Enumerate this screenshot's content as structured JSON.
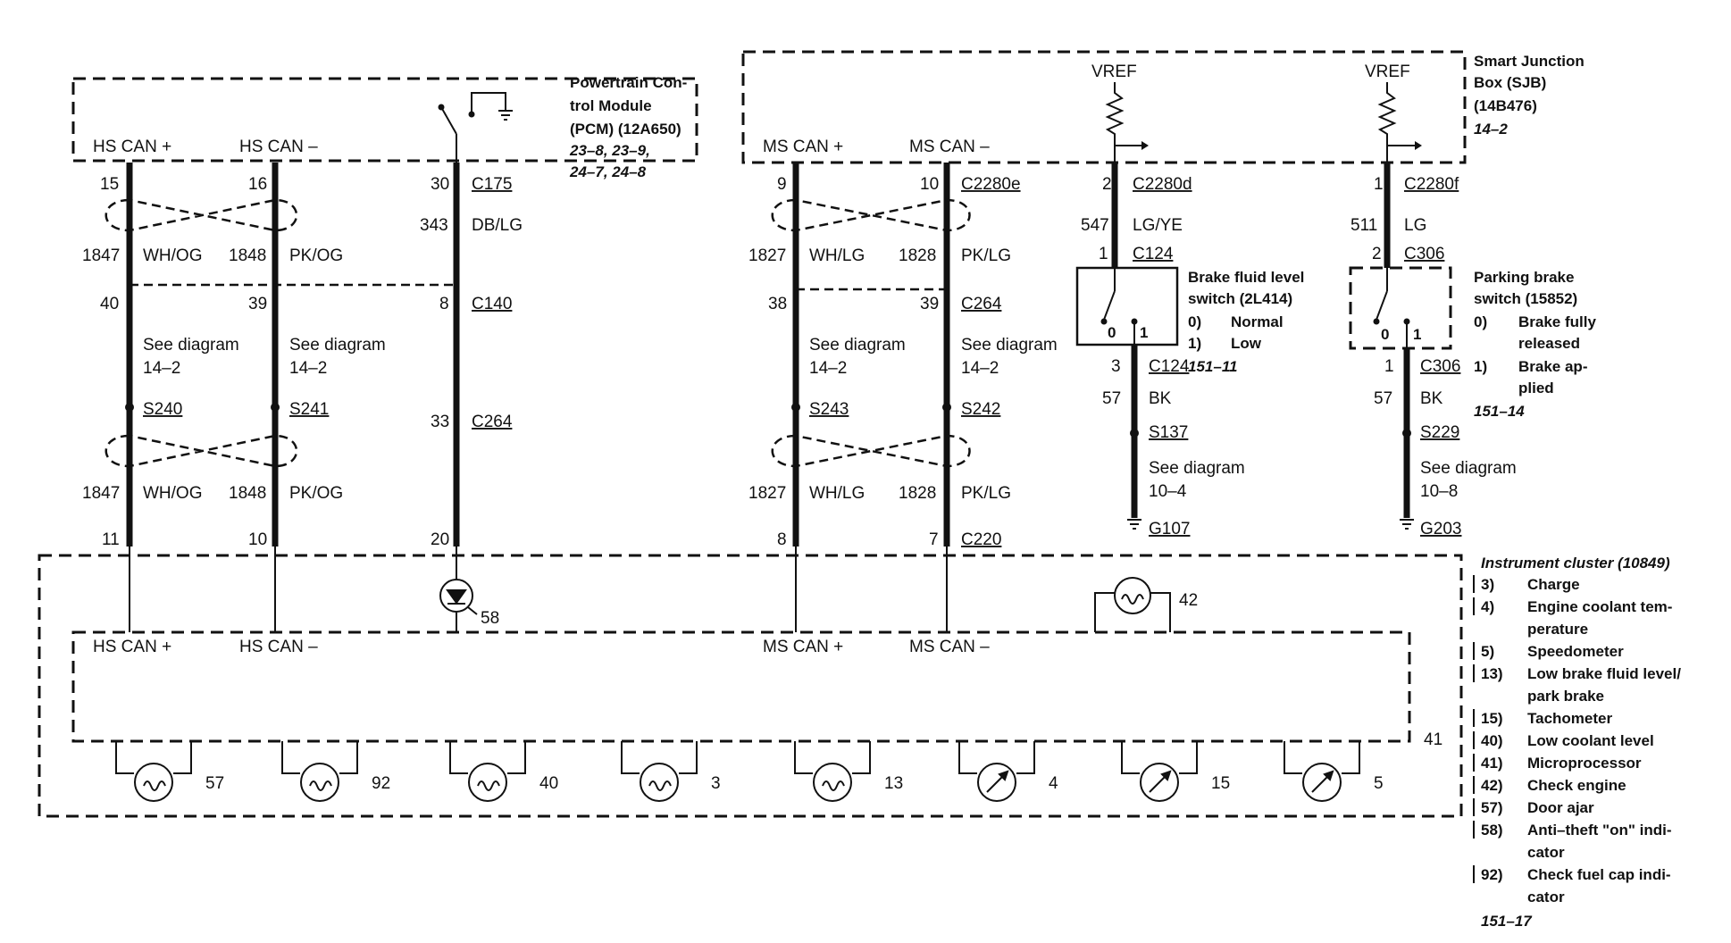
{
  "pcm": {
    "title_lines": [
      "Powertrain Con-",
      "trol Module",
      "(PCM) (12A650)"
    ],
    "ref_lines": [
      "23–8, 23–9,",
      "24–7, 24–8"
    ],
    "hs_can_plus": "HS CAN +",
    "hs_can_minus": "HS CAN –"
  },
  "sjb": {
    "title_lines": [
      "Smart Junction",
      "Box (SJB)",
      "(14B476)"
    ],
    "ref": "14–2",
    "ms_can_plus": "MS CAN +",
    "ms_can_minus": "MS CAN –",
    "vref_left": "VREF",
    "vref_right": "VREF"
  },
  "hs_circuits": {
    "pin_15": "15",
    "pin_16": "16",
    "pin_30": "30",
    "conn_c175": "C175",
    "wire_343": "343",
    "color_dblg": "DB/LG",
    "wire_1847_top": "1847",
    "color_whog_top": "WH/OG",
    "wire_1848_top": "1848",
    "color_pkog_top": "PK/OG",
    "pin_40": "40",
    "pin_39": "39",
    "pin_8": "8",
    "conn_c140": "C140",
    "see_left_1": "See diagram",
    "see_left_2": "14–2",
    "see_mid_1": "See diagram",
    "see_mid_2": "14–2",
    "splice_s240": "S240",
    "splice_s241": "S241",
    "pin_33": "33",
    "conn_c264": "C264",
    "wire_1847_bot": "1847",
    "color_whog_bot": "WH/OG",
    "wire_1848_bot": "1848",
    "color_pkog_bot": "PK/OG",
    "pin_11": "11",
    "pin_10": "10",
    "pin_20": "20"
  },
  "ms_circuits": {
    "pin_9": "9",
    "pin_10": "10",
    "conn_c2280e": "C2280e",
    "wire_1827_top": "1827",
    "color_whlg_top": "WH/LG",
    "wire_1828_top": "1828",
    "color_pklg_top": "PK/LG",
    "pin_38": "38",
    "pin_39": "39",
    "conn_c264": "C264",
    "see_left_1": "See diagram",
    "see_left_2": "14–2",
    "see_right_1": "See diagram",
    "see_right_2": "14–2",
    "splice_s243": "S243",
    "splice_s242": "S242",
    "wire_1827_bot": "1827",
    "color_whlg_bot": "WH/LG",
    "wire_1828_bot": "1828",
    "color_pklg_bot": "PK/LG",
    "pin_8": "8",
    "pin_7": "7",
    "conn_c220": "C220"
  },
  "brake_fluid": {
    "pin_2": "2",
    "conn_c2280d": "C2280d",
    "wire_547": "547",
    "color_lgye": "LG/YE",
    "pin_1": "1",
    "conn_c124_top": "C124",
    "title_lines": [
      "Brake fluid level",
      "switch (2L414)"
    ],
    "state_0_num": "0)",
    "state_0": "Normal",
    "state_1_num": "1)",
    "state_1": "Low",
    "ref": "151–11",
    "sw_0": "0",
    "sw_1": "1",
    "pin_3": "3",
    "conn_c124_bot": "C124",
    "wire_57": "57",
    "color_bk": "BK",
    "splice_s137": "S137",
    "see_1": "See diagram",
    "see_2": "10–4",
    "ground": "G107"
  },
  "parking_brake": {
    "pin_1": "1",
    "conn_c2280f": "C2280f",
    "wire_511": "511",
    "color_lg": "LG",
    "pin_2": "2",
    "conn_c306_top": "C306",
    "title_lines": [
      "Parking brake",
      "switch (15852)"
    ],
    "state_0_num": "0)",
    "state_0_lines": [
      "Brake fully",
      "released"
    ],
    "state_1_num": "1)",
    "state_1_lines": [
      "Brake ap-",
      "plied"
    ],
    "ref": "151–14",
    "sw_0": "0",
    "sw_1": "1",
    "pin_1_bot": "1",
    "conn_c306_bot": "C306",
    "wire_57": "57",
    "color_bk": "BK",
    "splice_s229": "S229",
    "see_1": "See diagram",
    "see_2": "10–8",
    "ground": "G203"
  },
  "cluster": {
    "hs_can_plus": "HS CAN +",
    "hs_can_minus": "HS CAN –",
    "ms_can_plus": "MS CAN +",
    "ms_can_minus": "MS CAN –",
    "micro_label": "41",
    "lamp_58": "58",
    "lamp_42": "42",
    "bulbs": [
      "57",
      "92",
      "40",
      "3",
      "13"
    ],
    "gauges": [
      "4",
      "15",
      "5"
    ]
  },
  "legend": {
    "title": "Instrument cluster (10849)",
    "items": [
      {
        "num": "3)",
        "lines": [
          "Charge"
        ]
      },
      {
        "num": "4)",
        "lines": [
          "Engine coolant tem-",
          "perature"
        ]
      },
      {
        "num": "5)",
        "lines": [
          "Speedometer"
        ]
      },
      {
        "num": "13)",
        "lines": [
          "Low brake fluid level/",
          "park brake"
        ]
      },
      {
        "num": "15)",
        "lines": [
          "Tachometer"
        ]
      },
      {
        "num": "40)",
        "lines": [
          "Low coolant level"
        ]
      },
      {
        "num": "41)",
        "lines": [
          "Microprocessor"
        ]
      },
      {
        "num": "42)",
        "lines": [
          "Check engine"
        ]
      },
      {
        "num": "57)",
        "lines": [
          "Door ajar"
        ]
      },
      {
        "num": "58)",
        "lines": [
          "Anti–theft \"on\" indi-",
          "cator"
        ]
      },
      {
        "num": "92)",
        "lines": [
          "Check fuel cap indi-",
          "cator"
        ]
      }
    ],
    "ref": "151–17"
  }
}
